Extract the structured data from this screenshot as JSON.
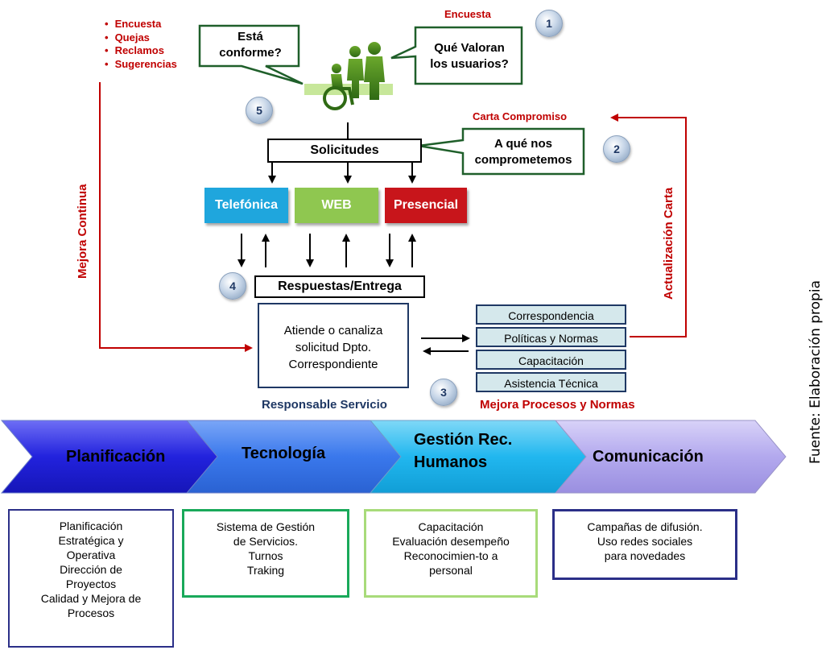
{
  "top_bullets": [
    "Encuesta",
    "Quejas",
    "Reclamos",
    "Sugerencias"
  ],
  "encuesta_label": "Encuesta",
  "bubble_conforme": [
    "Está",
    "conforme?"
  ],
  "bubble_valoran": [
    "Qué Valoran",
    "los usuarios?"
  ],
  "carta_compromiso_label": "Carta Compromiso",
  "bubble_comprometemos": [
    "A qué nos",
    "comprometemos"
  ],
  "step_numbers": [
    "1",
    "2",
    "3",
    "4",
    "5"
  ],
  "solicitudes": "Solicitudes",
  "channels": [
    {
      "label": "Telefónica",
      "color": "#1fa6dd"
    },
    {
      "label": "WEB",
      "color": "#8fc750"
    },
    {
      "label": "Presencial",
      "color": "#c8151b"
    }
  ],
  "respuestas": "Respuestas/Entrega",
  "responsable_box": [
    "Atiende o canaliza",
    "solicitud Dpto.",
    "Correspondiente"
  ],
  "responsable_label": "Responsable Servicio",
  "process_items": [
    "Correspondencia",
    "Políticas y Normas",
    "Capacitación",
    "Asistencia Técnica"
  ],
  "mejora_procesos_label": "Mejora Procesos y Normas",
  "mejora_continua": "Mejora Continua",
  "actualizacion_carta": "Actualización Carta",
  "source": "Fuente: Elaboración propia",
  "colors": {
    "accent_red": "#c00000",
    "navy": "#1f3864"
  },
  "pillars": [
    {
      "title": "Planificación",
      "title_lines": [
        "Planificación"
      ],
      "lines": [
        "Planificación",
        "Estratégica y",
        "Operativa",
        "Dirección de",
        "Proyectos",
        "Calidad y Mejora de",
        "Procesos"
      ]
    },
    {
      "title": "Tecnología",
      "title_lines": [
        "Tecnología"
      ],
      "lines": [
        "Sistema de Gestión",
        "de Servicios.",
        "Turnos",
        "Traking"
      ]
    },
    {
      "title": "Gestión Rec. Humanos",
      "title_lines": [
        "Gestión Rec.",
        "Humanos"
      ],
      "lines": [
        "Capacitación",
        "Evaluación desempeño",
        "Reconocimien-to a",
        "personal"
      ]
    },
    {
      "title": "Comunicación",
      "title_lines": [
        "Comunicación"
      ],
      "lines": [
        "Campañas de difusión.",
        "Uso redes sociales",
        "para novedades"
      ]
    }
  ]
}
